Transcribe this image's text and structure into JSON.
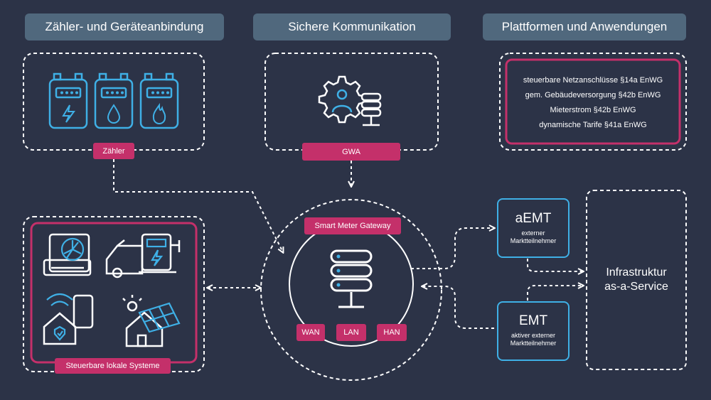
{
  "headers": {
    "meters": "Zähler- und Geräteanbindung",
    "comm": "Sichere Kommunikation",
    "platform": "Plattformen und Anwendungen"
  },
  "tags": {
    "meter": "Zähler",
    "gwa": "GWA",
    "smgw": "Smart Meter Gateway",
    "local": "Steuerbare lokale Systeme",
    "wan": "WAN",
    "lan": "LAN",
    "han": "HAN"
  },
  "use_cases": [
    "steuerbare Netzanschlüsse §14a EnWG",
    "gem. Gebäudeversorgung §42b EnWG",
    "Mieterstrom §42b EnWG",
    "dynamische Tarife §41a EnWG"
  ],
  "aemt": {
    "title": "aEMT",
    "sub1": "externer",
    "sub2": "Marktteilnehmer"
  },
  "emt": {
    "title": "EMT",
    "sub1": "aktiver externer",
    "sub2": "Marktteilnehmer"
  },
  "iaas": {
    "line1": "Infrastruktur",
    "line2": "as-a-Service"
  },
  "colors": {
    "background": "#2c3347",
    "accent": "#c4306a",
    "icon": "#3fb0e6",
    "header": "#50687d"
  }
}
